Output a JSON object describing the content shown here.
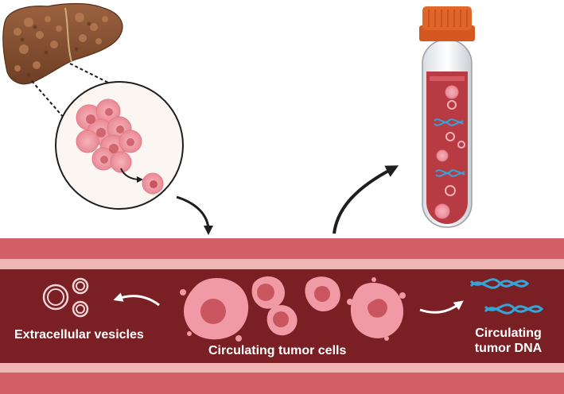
{
  "labels": {
    "extracellular_vesicles": "Extracellular vesicles",
    "circulating_tumor_cells": "Circulating tumor cells",
    "circulating_tumor_dna_line1": "Circulating",
    "circulating_tumor_dna_line2": "tumor DNA"
  },
  "colors": {
    "vessel_outer": "#d25e66",
    "vessel_stripe": "#efb7b4",
    "vessel_lumen": "#7a1f24",
    "tube_cap": "#e0662b",
    "blood": "#b83a42",
    "tumor_cell": "#ef9aa4",
    "tumor_nucleus": "#c9565f",
    "liver": "#8a5331",
    "dna": "#35a4d8",
    "arrow": "#1e1e1e"
  },
  "icons": [
    "liver-icon",
    "magnified-tumor-cells-icon",
    "blood-tube-icon",
    "dna-helix-icon",
    "vesicle-icon",
    "tumor-cell-icon"
  ]
}
